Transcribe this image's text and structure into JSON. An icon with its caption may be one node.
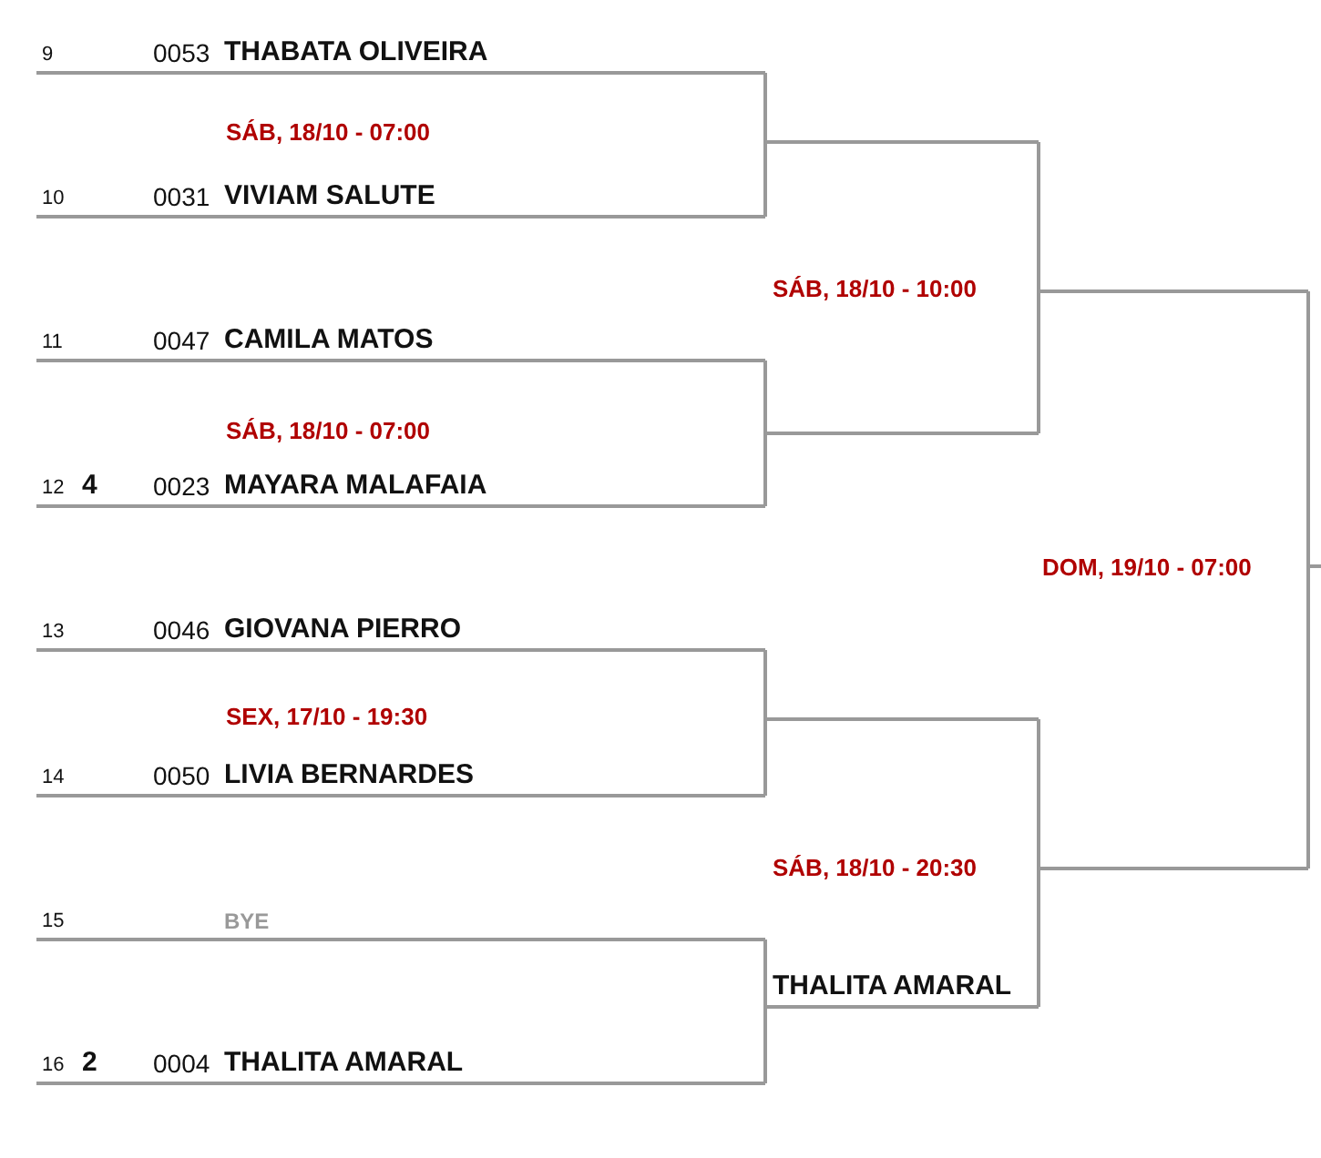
{
  "diagram": {
    "nodes": [
      {
        "text": [
          "9",
          "0053",
          "THABATA OLIVEIRA"
        ]
      },
      {
        "text": [
          "10",
          "0031",
          "VIVIAM SALUTE"
        ]
      },
      {
        "text": [
          "11",
          "0047",
          "CAMILA MATOS"
        ]
      },
      {
        "text": [
          "12",
          "4",
          "0023",
          "MAYARA MALAFAIA"
        ]
      },
      {
        "text": [
          "13",
          "0046",
          "GIOVANA PIERRO"
        ]
      },
      {
        "text": [
          "14",
          "0050",
          "LIVIA BERNARDES"
        ]
      },
      {
        "text": [
          "15",
          "BYE"
        ]
      },
      {
        "text": [
          "16",
          "2",
          "0004",
          "THALITA AMARAL"
        ]
      },
      {
        "text": [],
        "shape": "bar"
      },
      {
        "text": [],
        "shape": "bar"
      },
      {
        "text": [],
        "shape": "bar"
      },
      {
        "text": [
          "THALITA AMARAL"
        ]
      },
      {
        "text": [],
        "shape": "bar"
      },
      {
        "text": [],
        "shape": "bar"
      }
    ],
    "edges": [
      {
        "from": 0,
        "to": 8,
        "arrow": "none"
      },
      {
        "from": 1,
        "to": 8,
        "arrow": "none"
      },
      {
        "from": 2,
        "to": 9,
        "arrow": "none"
      },
      {
        "from": 3,
        "to": 9,
        "arrow": "none"
      },
      {
        "from": 4,
        "to": 10,
        "arrow": "none"
      },
      {
        "from": 5,
        "to": 10,
        "arrow": "none"
      },
      {
        "from": 6,
        "to": 11,
        "arrow": "none"
      },
      {
        "from": 7,
        "to": 11,
        "arrow": "none"
      },
      {
        "from": 8,
        "to": 12,
        "arrow": "none"
      },
      {
        "from": 9,
        "to": 12,
        "arrow": "none"
      },
      {
        "from": 10,
        "to": 13,
        "arrow": "none"
      },
      {
        "from": 11,
        "to": 13,
        "arrow": "none"
      },
      {
        "from": 12,
        "to": null,
        "arrow": "none"
      },
      {
        "from": 13,
        "to": null,
        "arrow": "none"
      }
    ],
    "labels": [
      "SÁB, 18/10 - 07:00",
      "SÁB, 18/10 - 10:00",
      "SÁB, 18/10 - 07:00",
      "DOM, 19/10 - 07:00",
      "SEX, 17/10 - 19:30",
      "SÁB, 18/10 - 20:30"
    ]
  }
}
